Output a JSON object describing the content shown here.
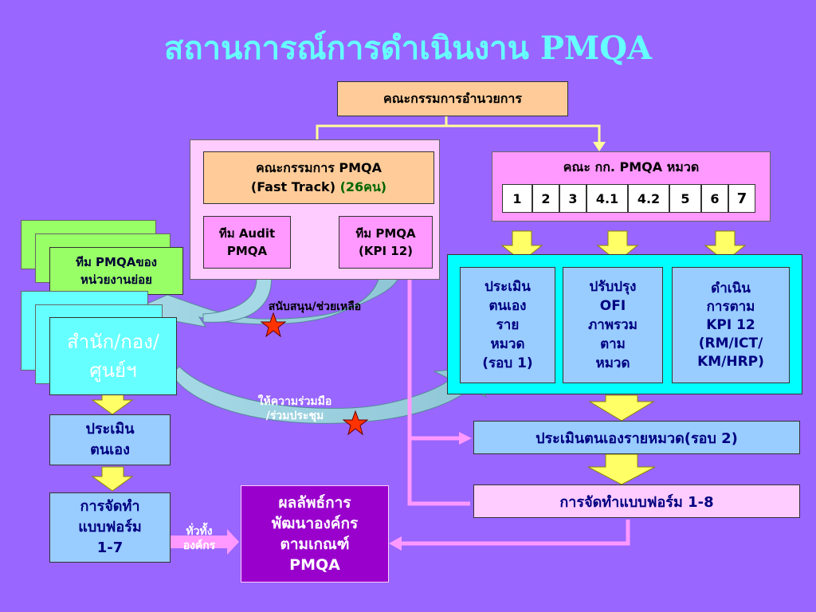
{
  "title": "สถานการณ์การดำเนินงาน PMQA",
  "executive_committee": "คณะกรรมการอำนวยการ",
  "fast_track": {
    "line1": "คณะกรรมการ PMQA",
    "line2a": "(Fast Track)",
    "line2b": "(26คน)"
  },
  "audit_team": {
    "line1": "ทีม Audit",
    "line2": "PMQA"
  },
  "pmqa_team": {
    "line1": "ทีม PMQA",
    "line2": "(KPI 12)"
  },
  "category_committee": {
    "label": "คณะ กก. PMQA หมวด",
    "cells": [
      "1",
      "2",
      "3",
      "4.1",
      "4.2",
      "5",
      "6",
      "7"
    ]
  },
  "sub_unit_team": {
    "line1": "ทีม PMQAของ",
    "line2": "หน่วยงานย่อย"
  },
  "office": {
    "line1": "สำนัก/กอง/",
    "line2": "ศูนย์ฯ"
  },
  "support_label": "สนับสนุน/ช่วยเหลือ",
  "cooperate_label": {
    "line1": "ให้ความร่วมมือ",
    "line2": "/ร่วมประชุม"
  },
  "self_assess_category": {
    "lines": [
      "ประเมิน",
      "ตนเอง",
      "ราย",
      "หมวด",
      "(รอบ 1)"
    ]
  },
  "improve_ofi": {
    "lines": [
      "ปรับปรุง",
      "OFI",
      "ภาพรวม",
      "ตาม",
      "หมวด"
    ]
  },
  "follow_kpi": {
    "lines": [
      "ดำเนิน",
      "การตาม",
      "KPI 12",
      "(RM/ICT/",
      "KM/HRP)"
    ]
  },
  "self_assess_round2": "ประเมินตนเองรายหมวด(รอบ 2)",
  "form_1_8": "การจัดทำแบบฟอร์ม 1-8",
  "self_assess": {
    "line1": "ประเมิน",
    "line2": "ตนเอง"
  },
  "form_1_7": {
    "line1": "การจัดทำ",
    "line2": "แบบฟอร์ม",
    "line3": "1-7"
  },
  "whole_org": {
    "line1": "ทั่วทั้ง",
    "line2": "องค์กร"
  },
  "result": {
    "lines": [
      "ผลลัพธ์การ",
      "พัฒนาองค์กร",
      "ตามเกณฑ์",
      "PMQA"
    ]
  },
  "colors": {
    "background": "#9966ff",
    "title": "#66ffff",
    "peach": "#ffcc99",
    "pink_light": "#ffccff",
    "pink_mid": "#ff99ff",
    "cyan": "#00ffff",
    "sky": "#99ccff",
    "green": "#99ff66",
    "yellow": "#ffff66",
    "purple": "#9900cc"
  }
}
